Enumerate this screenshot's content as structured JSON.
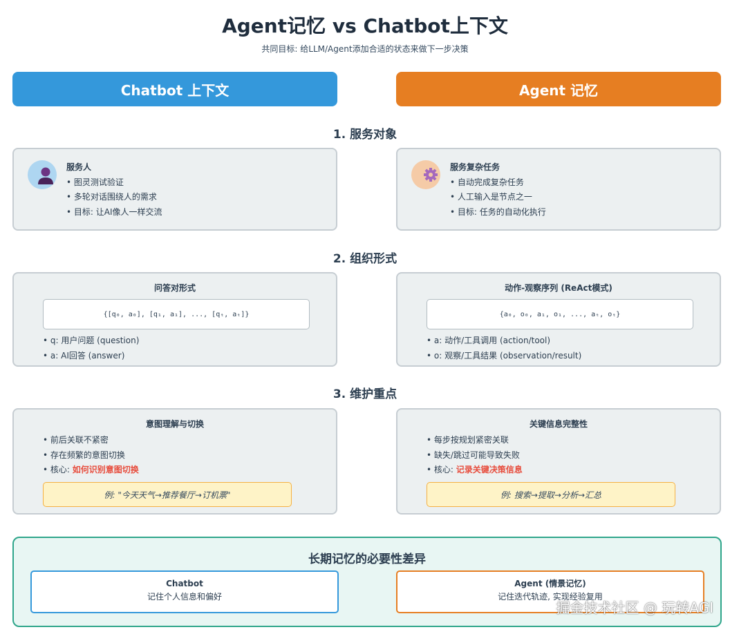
{
  "header": {
    "title": "Agent记忆 vs Chatbot上下文",
    "subtitle": "共同目标: 给LLM/Agent添加合适的状态来做下一步决策"
  },
  "columns": {
    "left": "Chatbot 上下文",
    "right": "Agent 记忆"
  },
  "sections": {
    "s1": {
      "title": "1. 服务对象",
      "left": {
        "icon": "person-icon",
        "heading": "服务人",
        "items": [
          "• 图灵测试验证",
          "• 多轮对话围绕人的需求",
          "• 目标: 让AI像人一样交流"
        ]
      },
      "right": {
        "icon": "gear-icon",
        "heading": "服务复杂任务",
        "items": [
          "• 自动完成复杂任务",
          "• 人工输入是节点之一",
          "• 目标: 任务的自动化执行"
        ]
      }
    },
    "s2": {
      "title": "2. 组织形式",
      "left": {
        "heading": "问答对形式",
        "code": "{[q₀, a₀], [q₁, a₁], ..., [qₜ, aₜ]}",
        "items": [
          "• q: 用户问题 (question)",
          "• a: AI回答 (answer)"
        ]
      },
      "right": {
        "heading": "动作-观察序列 (ReAct模式)",
        "code": "{a₀, o₀, a₁, o₁, ..., aₜ, oₜ}",
        "items": [
          "• a: 动作/工具调用 (action/tool)",
          "• o: 观察/工具结果 (observation/result)"
        ]
      }
    },
    "s3": {
      "title": "3. 维护重点",
      "left": {
        "heading": "意图理解与切换",
        "items": [
          "• 前后关联不紧密",
          "• 存在频繁的意图切换"
        ],
        "core_label": "• 核心: ",
        "core_value": "如何识别意图切换",
        "example": "例: \"今天天气→推荐餐厅→订机票\""
      },
      "right": {
        "heading": "关键信息完整性",
        "items": [
          "• 每步按规划紧密关联",
          "• 缺失/跳过可能导致失败"
        ],
        "core_label": "• 核心: ",
        "core_value": "记录关键决策信息",
        "example": "例: 搜索→提取→分析→汇总"
      }
    }
  },
  "bottom": {
    "title": "长期记忆的必要性差异",
    "left": {
      "heading": "Chatbot",
      "desc": "记住个人信息和偏好"
    },
    "right": {
      "heading": "Agent (情景记忆)",
      "desc": "记住迭代轨迹, 实现经验复用"
    }
  },
  "watermark": "掘金技术社区 @ 玩转AGI",
  "colors": {
    "chatbot_blue": "#3498db",
    "agent_orange": "#e67e22",
    "highlight_red": "#e74c3c",
    "bottom_green": "#2ea58a"
  }
}
